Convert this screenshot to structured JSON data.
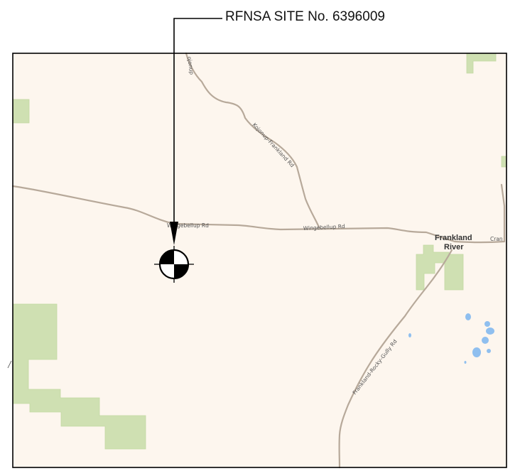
{
  "site_label": "RFNSA SITE No. 6396009",
  "roads": [
    {
      "name": "Wingebellup-Rd",
      "label": "Wingebellup Rd"
    },
    {
      "name": "Wingebellup-Rd-east",
      "label": "Wingebellup Rd"
    },
    {
      "name": "Kojonup-Frankland-Rd",
      "label": "Kojonup-Frankland Rd"
    },
    {
      "name": "Frankland-Rocky-Gully-Rd",
      "label": "Frankland-Rocky-Gully Rd"
    },
    {
      "name": "Kojonup-north-partial",
      "label": "ojonup"
    },
    {
      "name": "Cran-partial",
      "label": "Cran"
    }
  ],
  "town": {
    "line1": "Frankland",
    "line2": "River"
  },
  "colors": {
    "map_background": "#fdf6ee",
    "park_fill": "#cfe0b2",
    "park_stroke": "#b9d19a",
    "road": "#b7a99a",
    "water": "#8fbfef",
    "frame": "#000000"
  },
  "marker_icon": "site-target-icon"
}
